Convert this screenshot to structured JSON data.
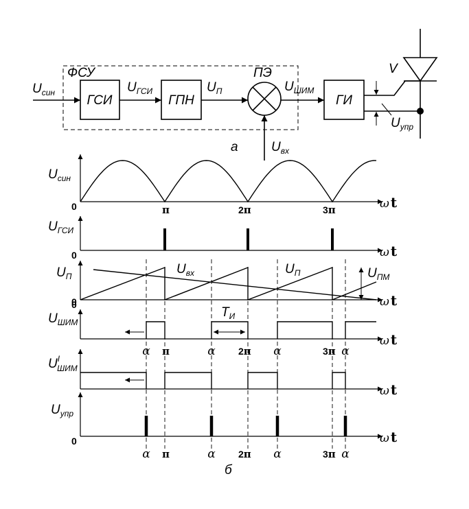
{
  "block_diagram": {
    "group_label": "ФСУ",
    "blocks": {
      "gsi": "ГСИ",
      "gpn": "ГПН",
      "gi": "ГИ"
    },
    "element_label": "ПЭ",
    "signals": {
      "u_sin": {
        "main": "U",
        "sub": "син"
      },
      "u_gsi": {
        "main": "U",
        "sub": "ГСИ"
      },
      "u_p": {
        "main": "U",
        "sub": "П"
      },
      "u_shim": {
        "main": "U",
        "sub": "ШИМ"
      },
      "u_vx": {
        "main": "U",
        "sub": "вх"
      },
      "u_upr": {
        "main": "U",
        "sub": "упр"
      }
    },
    "thyristor_label": "V",
    "caption": "а"
  },
  "timing": {
    "caption": "б",
    "axis_var": {
      "omega": "ω",
      "t": "t"
    },
    "zero": "0",
    "pi_symbol": "π",
    "multipliers": [
      "",
      "2",
      "3"
    ],
    "alpha_symbol": "α",
    "period_label": {
      "main": "Т",
      "sub": "И"
    },
    "rows": [
      {
        "main": "U",
        "sub": "син"
      },
      {
        "main": "U",
        "sub": "ГСИ"
      },
      {
        "main": "U",
        "sub": "П"
      },
      {
        "main": "U",
        "sub": "ШИМ"
      },
      {
        "main": "U",
        "sub": "ШИМ",
        "prime": "I"
      },
      {
        "main": "U",
        "sub": "упр"
      }
    ],
    "inline_labels": {
      "u_vx": {
        "main": "U",
        "sub": "вх"
      },
      "u_p": {
        "main": "U",
        "sub": "П"
      },
      "u_pm": {
        "main": "U",
        "sub": "ПМ"
      }
    }
  }
}
